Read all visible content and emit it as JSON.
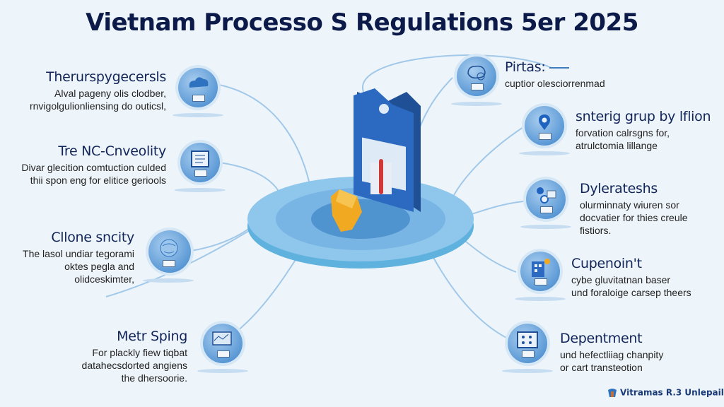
{
  "title": "Vietnam Processo S Regulations 5er 2025",
  "left_items": [
    {
      "heading": "Therurspygecersls",
      "lines": [
        "Alval pageny olis clodber,",
        "rnvigolgulionliensing do outicsl,"
      ],
      "icon": "cloud-globe-icon"
    },
    {
      "heading": "Tre NC-Cnveolity",
      "lines": [
        "Divar glecition comtuction culded",
        "thii spon eng for elitice geriools"
      ],
      "icon": "document-monitor-icon"
    },
    {
      "heading": "Cllone sncity",
      "lines": [
        "The lasol undiar tegorami",
        "oktes pegla and",
        "olidceskimter,"
      ],
      "icon": "globe-map-icon"
    },
    {
      "heading": "Metr Sping",
      "lines": [
        "For plackly fiew tiqbat",
        "datahecsdorted angiens",
        "the dhersoorie."
      ],
      "icon": "map-chart-icon"
    }
  ],
  "right_items": [
    {
      "heading": "Pirtas:",
      "lines": [
        "cuptior olesciorrenmad"
      ],
      "icon": "brain-gear-icon"
    },
    {
      "heading": "snterig grup by lflion",
      "lines": [
        "forvation calrsgns for,",
        "atrulctomia lillange"
      ],
      "icon": "location-pin-icon"
    },
    {
      "heading": "Dylerateshs",
      "lines": [
        "olurminnaty wiuren sor",
        "docvatier for thies creule",
        "fistiors."
      ],
      "icon": "network-nodes-icon"
    },
    {
      "heading": "Cupenoin't",
      "lines": [
        "cybe gluvitatnan baser",
        "und foraloige carsep theers"
      ],
      "icon": "building-icon"
    },
    {
      "heading": "Depentment",
      "lines": [
        "und hefectliiag chanpity",
        "or cart transteotion"
      ],
      "icon": "board-icon"
    }
  ],
  "center": {
    "graphic": "data-platform-with-shield",
    "shield_color": "#f2a922",
    "panel_color": "#2c6ac2",
    "platform_color": "#7dbbe8"
  },
  "footer_logo": "Vitramas R.3 Unlepail",
  "colors": {
    "title": "#0c1a4a",
    "accent": "#3d7cc0",
    "background": "#eef5fa"
  }
}
